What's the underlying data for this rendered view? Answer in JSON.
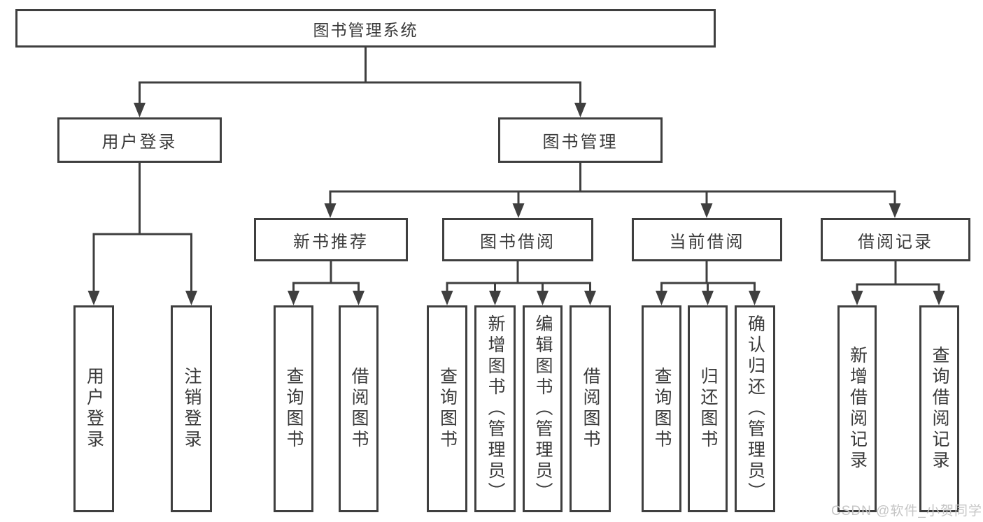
{
  "tree": {
    "label": "图书管理系统",
    "children": [
      {
        "label": "用户登录",
        "children": [
          {
            "label": "用户登录"
          },
          {
            "label": "注销登录"
          }
        ]
      },
      {
        "label": "图书管理",
        "children": [
          {
            "label": "新书推荐",
            "children": [
              {
                "label": "查询图书"
              },
              {
                "label": "借阅图书"
              }
            ]
          },
          {
            "label": "图书借阅",
            "children": [
              {
                "label": "查询图书"
              },
              {
                "label": "新增图书（管理员）"
              },
              {
                "label": "编辑图书（管理员）"
              },
              {
                "label": "借阅图书"
              }
            ]
          },
          {
            "label": "当前借阅",
            "children": [
              {
                "label": "查询图书"
              },
              {
                "label": "归还图书"
              },
              {
                "label": "确认归还（管理员）"
              }
            ]
          },
          {
            "label": "借阅记录",
            "children": [
              {
                "label": "新增借阅记录"
              },
              {
                "label": "查询借阅记录"
              }
            ]
          }
        ]
      }
    ]
  },
  "watermark": "CSDN @软件_小贺同学",
  "colors": {
    "line": "#3f3f3f",
    "text": "#3a3a3a",
    "background": "#ffffff",
    "watermark": "#c5c5c5"
  }
}
